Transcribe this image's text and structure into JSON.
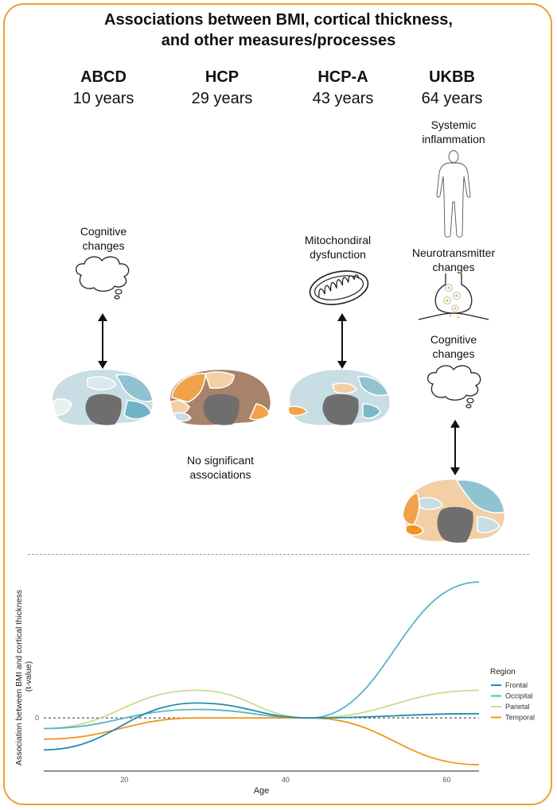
{
  "title_line1": "Associations between BMI, cortical thickness,",
  "title_line2": "and other measures/processes",
  "cohorts": [
    {
      "name": "ABCD",
      "age": "10 years"
    },
    {
      "name": "HCP",
      "age": "29 years"
    },
    {
      "name": "HCP-A",
      "age": "43 years"
    },
    {
      "name": "UKBB",
      "age": "64 years"
    }
  ],
  "labels": {
    "abcd_cognitive_1": "Cognitive",
    "abcd_cognitive_2": "changes",
    "hcp_none_1": "No significant",
    "hcp_none_2": "associations",
    "hcpa_mito_1": "Mitochondiral",
    "hcpa_mito_2": "dysfunction",
    "ukbb_inflam_1": "Systemic",
    "ukbb_inflam_2": "inflammation",
    "ukbb_neuro_1": "Neurotransmitter",
    "ukbb_neuro_2": "changes",
    "ukbb_cognitive_1": "Cognitive",
    "ukbb_cognitive_2": "changes"
  },
  "colors": {
    "border": "#e5a432",
    "frontal": "#1f8eb0",
    "occipital": "#56b4c7",
    "parietal": "#c9dc8f",
    "temporal": "#f0961e",
    "brain_dark": "#6e6e6e",
    "brain_light_blue": "#c8dde4",
    "brain_mid_blue": "#8fc3d1",
    "brain_brown": "#a9826a",
    "brain_peach": "#f3cfa6",
    "brain_orange": "#f2a24a"
  },
  "chart_data": {
    "type": "line",
    "xlabel": "Age",
    "ylabel": "Association between BMI and cortical thickness (t-value)",
    "xticks": [
      20,
      40,
      60
    ],
    "yticks": [
      0
    ],
    "xlim": [
      10,
      64
    ],
    "ylim": [
      -2.5,
      7.3
    ],
    "reference_line": 0,
    "legend_title": "Region",
    "legend_position": "right",
    "series": [
      {
        "name": "Frontal",
        "x": [
          10,
          29,
          43,
          64
        ],
        "y": [
          -1.5,
          0.7,
          0.0,
          0.2
        ]
      },
      {
        "name": "Occipital",
        "x": [
          10,
          29,
          43,
          64
        ],
        "y": [
          -0.5,
          0.4,
          0.0,
          6.4
        ]
      },
      {
        "name": "Parietal",
        "x": [
          10,
          29,
          43,
          64
        ],
        "y": [
          -0.5,
          1.3,
          0.0,
          1.3
        ]
      },
      {
        "name": "Temporal",
        "x": [
          10,
          29,
          43,
          64
        ],
        "y": [
          -1.0,
          0.0,
          0.0,
          -2.2
        ]
      }
    ]
  }
}
